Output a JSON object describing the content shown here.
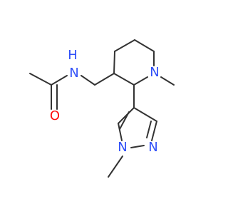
{
  "molecule": {
    "atoms": {
      "amide_n": {
        "label": "N",
        "h_label": "H"
      },
      "carbonyl_o": {
        "label": "O"
      },
      "piperidine_n": {
        "label": "N"
      },
      "pyrazole_n1": {
        "label": "N"
      },
      "pyrazole_n2": {
        "label": "N"
      }
    },
    "colors": {
      "bond": "#333333",
      "nitrogen": "#3050F8",
      "oxygen": "#FF0D0D"
    }
  }
}
